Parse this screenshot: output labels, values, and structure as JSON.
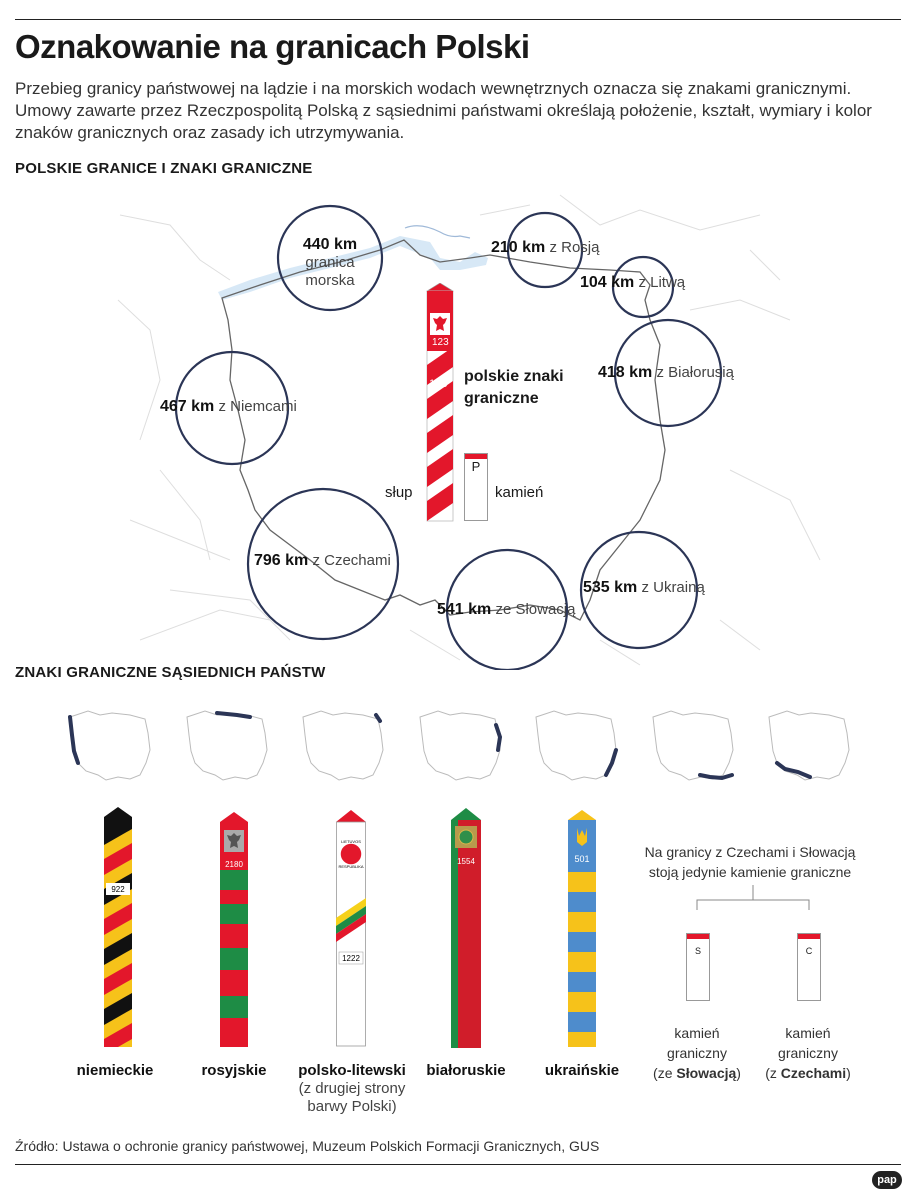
{
  "title": "Oznakowanie na granicach Polski",
  "intro": "Przebieg granicy państwowej na lądzie i na morskich wodach wewnętrznych oznacza się znakami granicznymi. Umowy zawarte przez Rzeczpospolitą Polską z sąsiednimi państwami określają położenie, kształt, wymiary i kolor znaków granicznych oraz zasady ich utrzymywania.",
  "section1": "POLSKIE GRANICE I ZNAKI GRANICZNE",
  "section2": "ZNAKI GRANICZNE SĄSIEDNICH PAŃSTW",
  "borders": {
    "sea": {
      "km": "440 km",
      "line1": "granica",
      "line2": "morska"
    },
    "russia": {
      "km": "210 km",
      "label": "z Rosją"
    },
    "lithuania": {
      "km": "104 km",
      "label": "z Litwą"
    },
    "belarus": {
      "km": "418 km",
      "label": "z Białorusią"
    },
    "germany": {
      "km": "467 km",
      "label": "z Niemcami"
    },
    "czech": {
      "km": "796 km",
      "label": "z Czechami"
    },
    "slovakia": {
      "km": "541 km",
      "label": "ze Słowacją"
    },
    "ukraine": {
      "km": "535 km",
      "label": "z Ukrainą"
    }
  },
  "polish_signs": {
    "caption_line1": "polskie znaki",
    "caption_line2": "graniczne",
    "post_label": "słup",
    "stone_label": "kamień",
    "stone_letter": "P",
    "post_number": "123"
  },
  "neighbor_posts": [
    {
      "name": "niemieckie",
      "number": "922"
    },
    {
      "name": "rosyjskie",
      "number": "2180"
    },
    {
      "name": "polsko-litewski",
      "sub1": "(z drugiej strony",
      "sub2": "barwy Polski)",
      "number": "1222",
      "emblem": "LIETUVOS RESPUBLIKA"
    },
    {
      "name": "białoruskie",
      "number": "1554"
    },
    {
      "name": "ukraińskie",
      "number": "501"
    }
  ],
  "stones_note": "Na granicy z Czechami i Słowacją stoją jedynie kamienie graniczne",
  "stones": [
    {
      "letter": "S",
      "line1": "kamień",
      "line2": "graniczny",
      "pre": "(ze ",
      "country": "Słowacją",
      "post": ")"
    },
    {
      "letter": "C",
      "line1": "kamień",
      "line2": "graniczny",
      "pre": "(z ",
      "country": "Czechami",
      "post": ")"
    }
  ],
  "colors": {
    "circle": "#2b3556",
    "polish_red": "#e3172b",
    "german_gold": "#f6c21a",
    "russian_green": "#1e8c45",
    "ukraine_blue": "#4e8ccc",
    "sea_blue": "#d7e8f6",
    "map_line": "#dddddd",
    "border_line": "#555555"
  },
  "source": "Źródło: Ustawa o ochronie granicy państwowej, Muzeum Polskich Formacji Granicznych, GUS",
  "logo": "pap"
}
